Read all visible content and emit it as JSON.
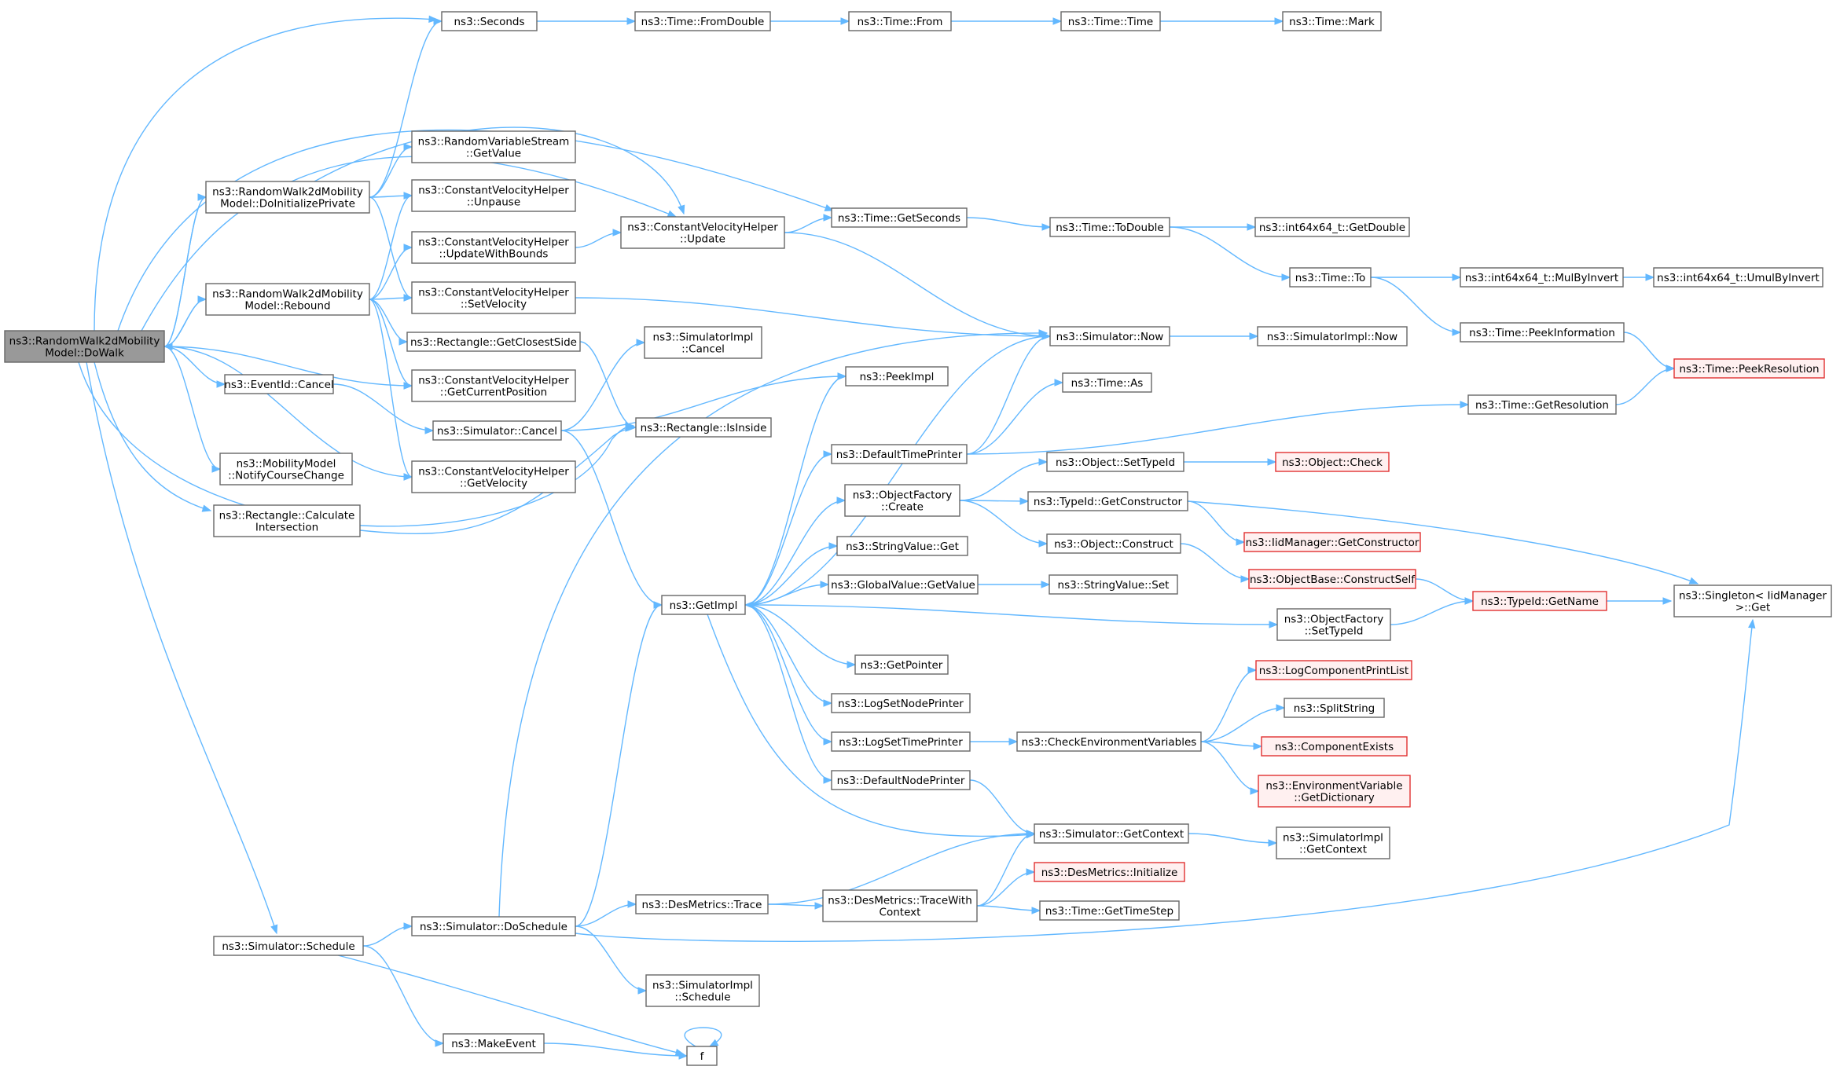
{
  "nodes": [
    {
      "id": "dowalk",
      "lines": [
        "ns3::RandomWalk2dMobility",
        "Model::DoWalk"
      ],
      "style": "root"
    },
    {
      "id": "seconds",
      "lines": [
        "ns3::Seconds"
      ]
    },
    {
      "id": "fromdouble",
      "lines": [
        "ns3::Time::FromDouble"
      ]
    },
    {
      "id": "from",
      "lines": [
        "ns3::Time::From"
      ]
    },
    {
      "id": "time",
      "lines": [
        "ns3::Time::Time"
      ]
    },
    {
      "id": "mark",
      "lines": [
        "ns3::Time::Mark"
      ]
    },
    {
      "id": "rvsgetvalue",
      "lines": [
        "ns3::RandomVariableStream",
        "::GetValue"
      ]
    },
    {
      "id": "doinit",
      "lines": [
        "ns3::RandomWalk2dMobility",
        "Model::DoInitializePrivate"
      ]
    },
    {
      "id": "unpause",
      "lines": [
        "ns3::ConstantVelocityHelper",
        "::Unpause"
      ]
    },
    {
      "id": "getseconds",
      "lines": [
        "ns3::Time::GetSeconds"
      ]
    },
    {
      "id": "todouble",
      "lines": [
        "ns3::Time::ToDouble"
      ]
    },
    {
      "id": "getdouble",
      "lines": [
        "ns3::int64x64_t::GetDouble"
      ]
    },
    {
      "id": "cvhupdate",
      "lines": [
        "ns3::ConstantVelocityHelper",
        "::Update"
      ]
    },
    {
      "id": "updatewithbounds",
      "lines": [
        "ns3::ConstantVelocityHelper",
        "::UpdateWithBounds"
      ]
    },
    {
      "id": "timeto",
      "lines": [
        "ns3::Time::To"
      ]
    },
    {
      "id": "mulbyinvert",
      "lines": [
        "ns3::int64x64_t::MulByInvert"
      ]
    },
    {
      "id": "umulbyinvert",
      "lines": [
        "ns3::int64x64_t::UmulByInvert"
      ]
    },
    {
      "id": "rebound",
      "lines": [
        "ns3::RandomWalk2dMobility",
        "Model::Rebound"
      ]
    },
    {
      "id": "setvelocity",
      "lines": [
        "ns3::ConstantVelocityHelper",
        "::SetVelocity"
      ]
    },
    {
      "id": "peekinformation",
      "lines": [
        "ns3::Time::PeekInformation"
      ]
    },
    {
      "id": "simimplcancel",
      "lines": [
        "ns3::SimulatorImpl",
        "::Cancel"
      ]
    },
    {
      "id": "getclosestside",
      "lines": [
        "ns3::Rectangle::GetClosestSide"
      ]
    },
    {
      "id": "simnow",
      "lines": [
        "ns3::Simulator::Now"
      ]
    },
    {
      "id": "simimplnow",
      "lines": [
        "ns3::SimulatorImpl::Now"
      ]
    },
    {
      "id": "peekresolution",
      "lines": [
        "ns3::Time::PeekResolution"
      ],
      "style": "red"
    },
    {
      "id": "eventidcancel",
      "lines": [
        "ns3::EventId::Cancel"
      ]
    },
    {
      "id": "getcurrentposition",
      "lines": [
        "ns3::ConstantVelocityHelper",
        "::GetCurrentPosition"
      ]
    },
    {
      "id": "peekimpl",
      "lines": [
        "ns3::PeekImpl"
      ]
    },
    {
      "id": "timeas",
      "lines": [
        "ns3::Time::As"
      ]
    },
    {
      "id": "simcancel",
      "lines": [
        "ns3::Simulator::Cancel"
      ]
    },
    {
      "id": "isinside",
      "lines": [
        "ns3::Rectangle::IsInside"
      ]
    },
    {
      "id": "getresolution",
      "lines": [
        "ns3::Time::GetResolution"
      ]
    },
    {
      "id": "defaulttimeprinter",
      "lines": [
        "ns3::DefaultTimePrinter"
      ]
    },
    {
      "id": "notifycoursechange",
      "lines": [
        "ns3::MobilityModel",
        "::NotifyCourseChange"
      ]
    },
    {
      "id": "getvelocity",
      "lines": [
        "ns3::ConstantVelocityHelper",
        "::GetVelocity"
      ]
    },
    {
      "id": "settypeid",
      "lines": [
        "ns3::Object::SetTypeId"
      ]
    },
    {
      "id": "objectcheck",
      "lines": [
        "ns3::Object::Check"
      ],
      "style": "red"
    },
    {
      "id": "ofcreate",
      "lines": [
        "ns3::ObjectFactory",
        "::Create"
      ]
    },
    {
      "id": "getconstructor",
      "lines": [
        "ns3::TypeId::GetConstructor"
      ]
    },
    {
      "id": "calcintersection",
      "lines": [
        "ns3::Rectangle::Calculate",
        "Intersection"
      ]
    },
    {
      "id": "iidgetconstructor",
      "lines": [
        "ns3::IidManager::GetConstructor"
      ],
      "style": "red"
    },
    {
      "id": "objectconstruct",
      "lines": [
        "ns3::Object::Construct"
      ]
    },
    {
      "id": "stringvalueget",
      "lines": [
        "ns3::StringValue::Get"
      ]
    },
    {
      "id": "constructself",
      "lines": [
        "ns3::ObjectBase::ConstructSelf"
      ],
      "style": "red"
    },
    {
      "id": "globalgetvalue",
      "lines": [
        "ns3::GlobalValue::GetValue"
      ]
    },
    {
      "id": "stringvalueset",
      "lines": [
        "ns3::StringValue::Set"
      ]
    },
    {
      "id": "singletonget",
      "lines": [
        "ns3::Singleton< IidManager",
        " >::Get"
      ]
    },
    {
      "id": "typeidgetname",
      "lines": [
        "ns3::TypeId::GetName"
      ],
      "style": "red"
    },
    {
      "id": "getimpl",
      "lines": [
        "ns3::GetImpl"
      ]
    },
    {
      "id": "ofsettypeid",
      "lines": [
        "ns3::ObjectFactory",
        "::SetTypeId"
      ]
    },
    {
      "id": "getpointer",
      "lines": [
        "ns3::GetPointer"
      ]
    },
    {
      "id": "logcomponentprintlist",
      "lines": [
        "ns3::LogComponentPrintList"
      ],
      "style": "red"
    },
    {
      "id": "logsetnodeprinter",
      "lines": [
        "ns3::LogSetNodePrinter"
      ]
    },
    {
      "id": "splitstring",
      "lines": [
        "ns3::SplitString"
      ]
    },
    {
      "id": "logsettimeprinter",
      "lines": [
        "ns3::LogSetTimePrinter"
      ]
    },
    {
      "id": "checkenv",
      "lines": [
        "ns3::CheckEnvironmentVariables"
      ]
    },
    {
      "id": "componentexists",
      "lines": [
        "ns3::ComponentExists"
      ],
      "style": "red"
    },
    {
      "id": "envgetdictionary",
      "lines": [
        "ns3::EnvironmentVariable",
        "::GetDictionary"
      ],
      "style": "red"
    },
    {
      "id": "defaultnodeprinter",
      "lines": [
        "ns3::DefaultNodePrinter"
      ]
    },
    {
      "id": "simgetcontext",
      "lines": [
        "ns3::Simulator::GetContext"
      ]
    },
    {
      "id": "simimplgetcontext",
      "lines": [
        "ns3::SimulatorImpl",
        "::GetContext"
      ]
    },
    {
      "id": "desinitialize",
      "lines": [
        "ns3::DesMetrics::Initialize"
      ],
      "style": "red"
    },
    {
      "id": "destrace",
      "lines": [
        "ns3::DesMetrics::Trace"
      ]
    },
    {
      "id": "destracewithcontext",
      "lines": [
        "ns3::DesMetrics::TraceWith",
        "Context"
      ]
    },
    {
      "id": "gettimestep",
      "lines": [
        "ns3::Time::GetTimeStep"
      ]
    },
    {
      "id": "simdoschedule",
      "lines": [
        "ns3::Simulator::DoSchedule"
      ]
    },
    {
      "id": "simschedule",
      "lines": [
        "ns3::Simulator::Schedule"
      ]
    },
    {
      "id": "simimplschedule",
      "lines": [
        "ns3::SimulatorImpl",
        "::Schedule"
      ]
    },
    {
      "id": "makeevent",
      "lines": [
        "ns3::MakeEvent"
      ]
    },
    {
      "id": "f",
      "lines": [
        "f"
      ]
    }
  ],
  "edges": [
    [
      "dowalk",
      "seconds"
    ],
    [
      "dowalk",
      "getseconds"
    ],
    [
      "dowalk",
      "cvhupdate"
    ],
    [
      "dowalk",
      "doinit"
    ],
    [
      "dowalk",
      "rebound"
    ],
    [
      "dowalk",
      "getcurrentposition"
    ],
    [
      "dowalk",
      "eventidcancel"
    ],
    [
      "dowalk",
      "getvelocity"
    ],
    [
      "dowalk",
      "notifycoursechange"
    ],
    [
      "dowalk",
      "calcintersection"
    ],
    [
      "dowalk",
      "isinside"
    ],
    [
      "dowalk",
      "simschedule"
    ],
    [
      "doinit",
      "dowalk"
    ],
    [
      "doinit",
      "seconds"
    ],
    [
      "doinit",
      "rvsgetvalue"
    ],
    [
      "doinit",
      "unpause"
    ],
    [
      "doinit",
      "setvelocity"
    ],
    [
      "doinit",
      "cvhupdate"
    ],
    [
      "rebound",
      "dowalk"
    ],
    [
      "rebound",
      "unpause"
    ],
    [
      "rebound",
      "updatewithbounds"
    ],
    [
      "rebound",
      "setvelocity"
    ],
    [
      "rebound",
      "getclosestside"
    ],
    [
      "rebound",
      "getcurrentposition"
    ],
    [
      "rebound",
      "getvelocity"
    ],
    [
      "seconds",
      "fromdouble"
    ],
    [
      "fromdouble",
      "from"
    ],
    [
      "from",
      "time"
    ],
    [
      "time",
      "mark"
    ],
    [
      "updatewithbounds",
      "cvhupdate"
    ],
    [
      "cvhupdate",
      "getseconds"
    ],
    [
      "cvhupdate",
      "simnow"
    ],
    [
      "getseconds",
      "todouble"
    ],
    [
      "todouble",
      "getdouble"
    ],
    [
      "todouble",
      "timeto"
    ],
    [
      "timeto",
      "mulbyinvert"
    ],
    [
      "timeto",
      "peekinformation"
    ],
    [
      "mulbyinvert",
      "umulbyinvert"
    ],
    [
      "peekinformation",
      "peekresolution"
    ],
    [
      "getresolution",
      "peekresolution"
    ],
    [
      "setvelocity",
      "simnow"
    ],
    [
      "simnow",
      "simimplnow"
    ],
    [
      "simnow",
      "getimpl"
    ],
    [
      "getclosestside",
      "isinside"
    ],
    [
      "calcintersection",
      "isinside"
    ],
    [
      "eventidcancel",
      "simcancel"
    ],
    [
      "simcancel",
      "simimplcancel"
    ],
    [
      "simcancel",
      "peekimpl"
    ],
    [
      "simcancel",
      "getimpl"
    ],
    [
      "getimpl",
      "peekimpl"
    ],
    [
      "getimpl",
      "defaulttimeprinter"
    ],
    [
      "getimpl",
      "ofcreate"
    ],
    [
      "getimpl",
      "stringvalueget"
    ],
    [
      "getimpl",
      "globalgetvalue"
    ],
    [
      "getimpl",
      "ofsettypeid"
    ],
    [
      "getimpl",
      "getpointer"
    ],
    [
      "getimpl",
      "logsetnodeprinter"
    ],
    [
      "getimpl",
      "logsettimeprinter"
    ],
    [
      "getimpl",
      "defaultnodeprinter"
    ],
    [
      "getimpl",
      "simgetcontext"
    ],
    [
      "defaulttimeprinter",
      "simnow"
    ],
    [
      "defaulttimeprinter",
      "timeas"
    ],
    [
      "defaulttimeprinter",
      "getresolution"
    ],
    [
      "ofcreate",
      "settypeid"
    ],
    [
      "ofcreate",
      "getconstructor"
    ],
    [
      "ofcreate",
      "objectconstruct"
    ],
    [
      "settypeid",
      "objectcheck"
    ],
    [
      "getconstructor",
      "iidgetconstructor"
    ],
    [
      "getconstructor",
      "singletonget"
    ],
    [
      "objectconstruct",
      "constructself"
    ],
    [
      "constructself",
      "typeidgetname"
    ],
    [
      "globalgetvalue",
      "stringvalueset"
    ],
    [
      "ofsettypeid",
      "typeidgetname"
    ],
    [
      "typeidgetname",
      "singletonget"
    ],
    [
      "logsettimeprinter",
      "checkenv"
    ],
    [
      "checkenv",
      "logcomponentprintlist"
    ],
    [
      "checkenv",
      "splitstring"
    ],
    [
      "checkenv",
      "componentexists"
    ],
    [
      "checkenv",
      "envgetdictionary"
    ],
    [
      "defaultnodeprinter",
      "simgetcontext"
    ],
    [
      "simgetcontext",
      "simimplgetcontext"
    ],
    [
      "destrace",
      "simgetcontext"
    ],
    [
      "destrace",
      "destracewithcontext"
    ],
    [
      "destracewithcontext",
      "simgetcontext"
    ],
    [
      "destracewithcontext",
      "desinitialize"
    ],
    [
      "destracewithcontext",
      "gettimestep"
    ],
    [
      "simschedule",
      "simdoschedule"
    ],
    [
      "simschedule",
      "makeevent"
    ],
    [
      "simschedule",
      "f"
    ],
    [
      "simdoschedule",
      "simnow"
    ],
    [
      "simdoschedule",
      "getimpl"
    ],
    [
      "simdoschedule",
      "destrace"
    ],
    [
      "simdoschedule",
      "simimplschedule"
    ],
    [
      "simdoschedule",
      "singletonget"
    ],
    [
      "makeevent",
      "f"
    ],
    [
      "f",
      "f"
    ]
  ]
}
